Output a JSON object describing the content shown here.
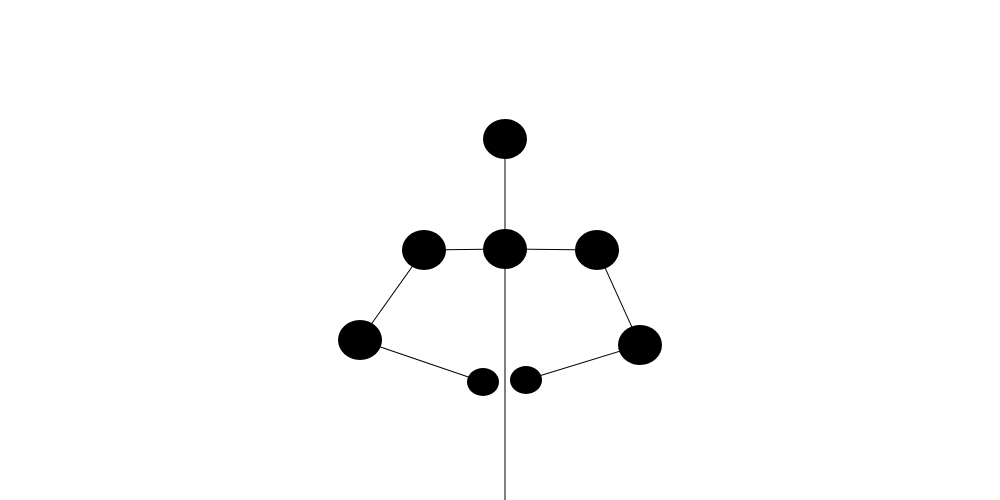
{
  "diagram": {
    "type": "pose-skeleton",
    "background": "#ffffff",
    "colors": {
      "joint": "#000000",
      "limb": "#000000"
    },
    "keypoints": [
      {
        "id": "head"
      },
      {
        "id": "neck"
      },
      {
        "id": "right-shoulder"
      },
      {
        "id": "left-shoulder"
      },
      {
        "id": "right-elbow"
      },
      {
        "id": "left-elbow"
      },
      {
        "id": "right-wrist"
      },
      {
        "id": "left-wrist"
      }
    ],
    "connections": [
      [
        "head",
        "neck"
      ],
      [
        "neck",
        "right-shoulder"
      ],
      [
        "neck",
        "left-shoulder"
      ],
      [
        "right-shoulder",
        "right-elbow"
      ],
      [
        "right-elbow",
        "right-wrist"
      ],
      [
        "left-shoulder",
        "left-elbow"
      ],
      [
        "left-elbow",
        "left-wrist"
      ]
    ],
    "extra_lines": [
      "torso-center-line"
    ]
  }
}
